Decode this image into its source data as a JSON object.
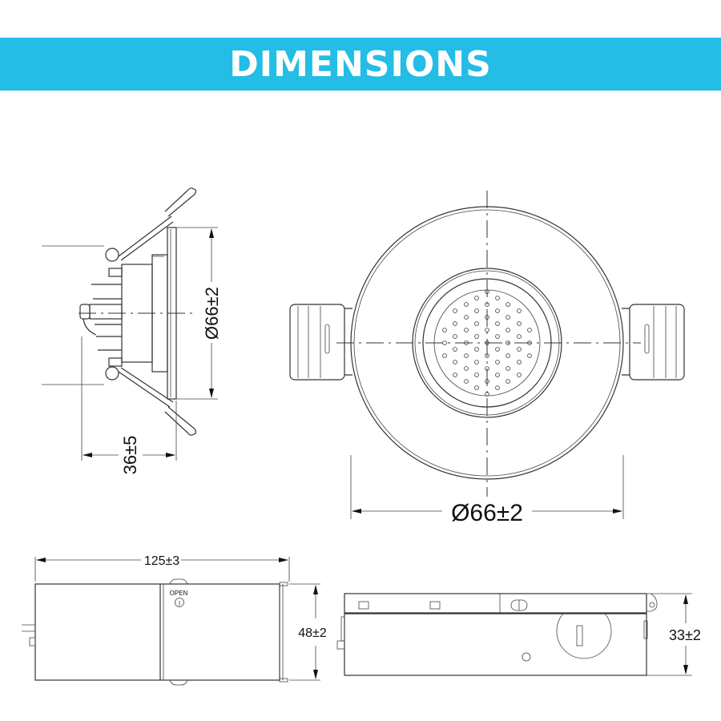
{
  "header": {
    "title": "DIMENSIONS",
    "background_color": "#23bde6",
    "text_color": "#ffffff"
  },
  "side_view": {
    "diameter_label": "Ø66±2",
    "depth_label": "36±5"
  },
  "front_view": {
    "diameter_label": "Ø66±2"
  },
  "driver_box_top": {
    "length_label": "125±3",
    "height_label": "48±2",
    "open_label": "OPEN"
  },
  "driver_box_side": {
    "height_label": "33±2"
  }
}
